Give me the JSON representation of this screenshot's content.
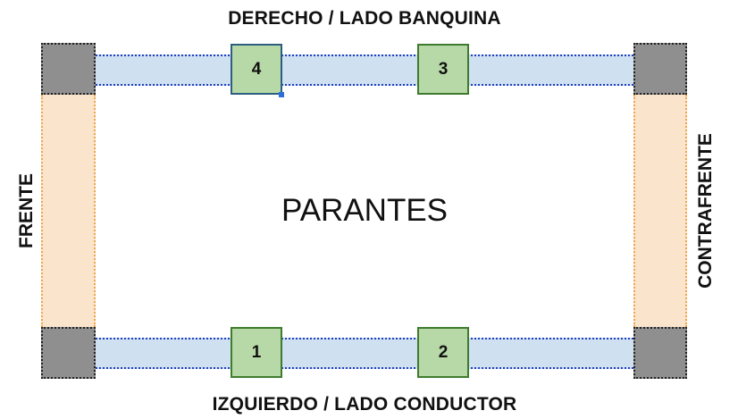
{
  "labels": {
    "top": "DERECHO / LADO BANQUINA",
    "bottom": "IZQUIERDO / LADO CONDUCTOR",
    "left": "FRENTE",
    "right": "CONTRAFRENTE",
    "center": "PARANTES"
  },
  "posts": {
    "p1": "1",
    "p2": "2",
    "p3": "3",
    "p4": "4"
  },
  "colors": {
    "rail_horizontal": "#cfe0f1",
    "rail_vertical": "#fbe4cc",
    "corner": "#8f8f8f",
    "post_fill": "#b7d8a7",
    "post_border": "#3e7b2e"
  }
}
